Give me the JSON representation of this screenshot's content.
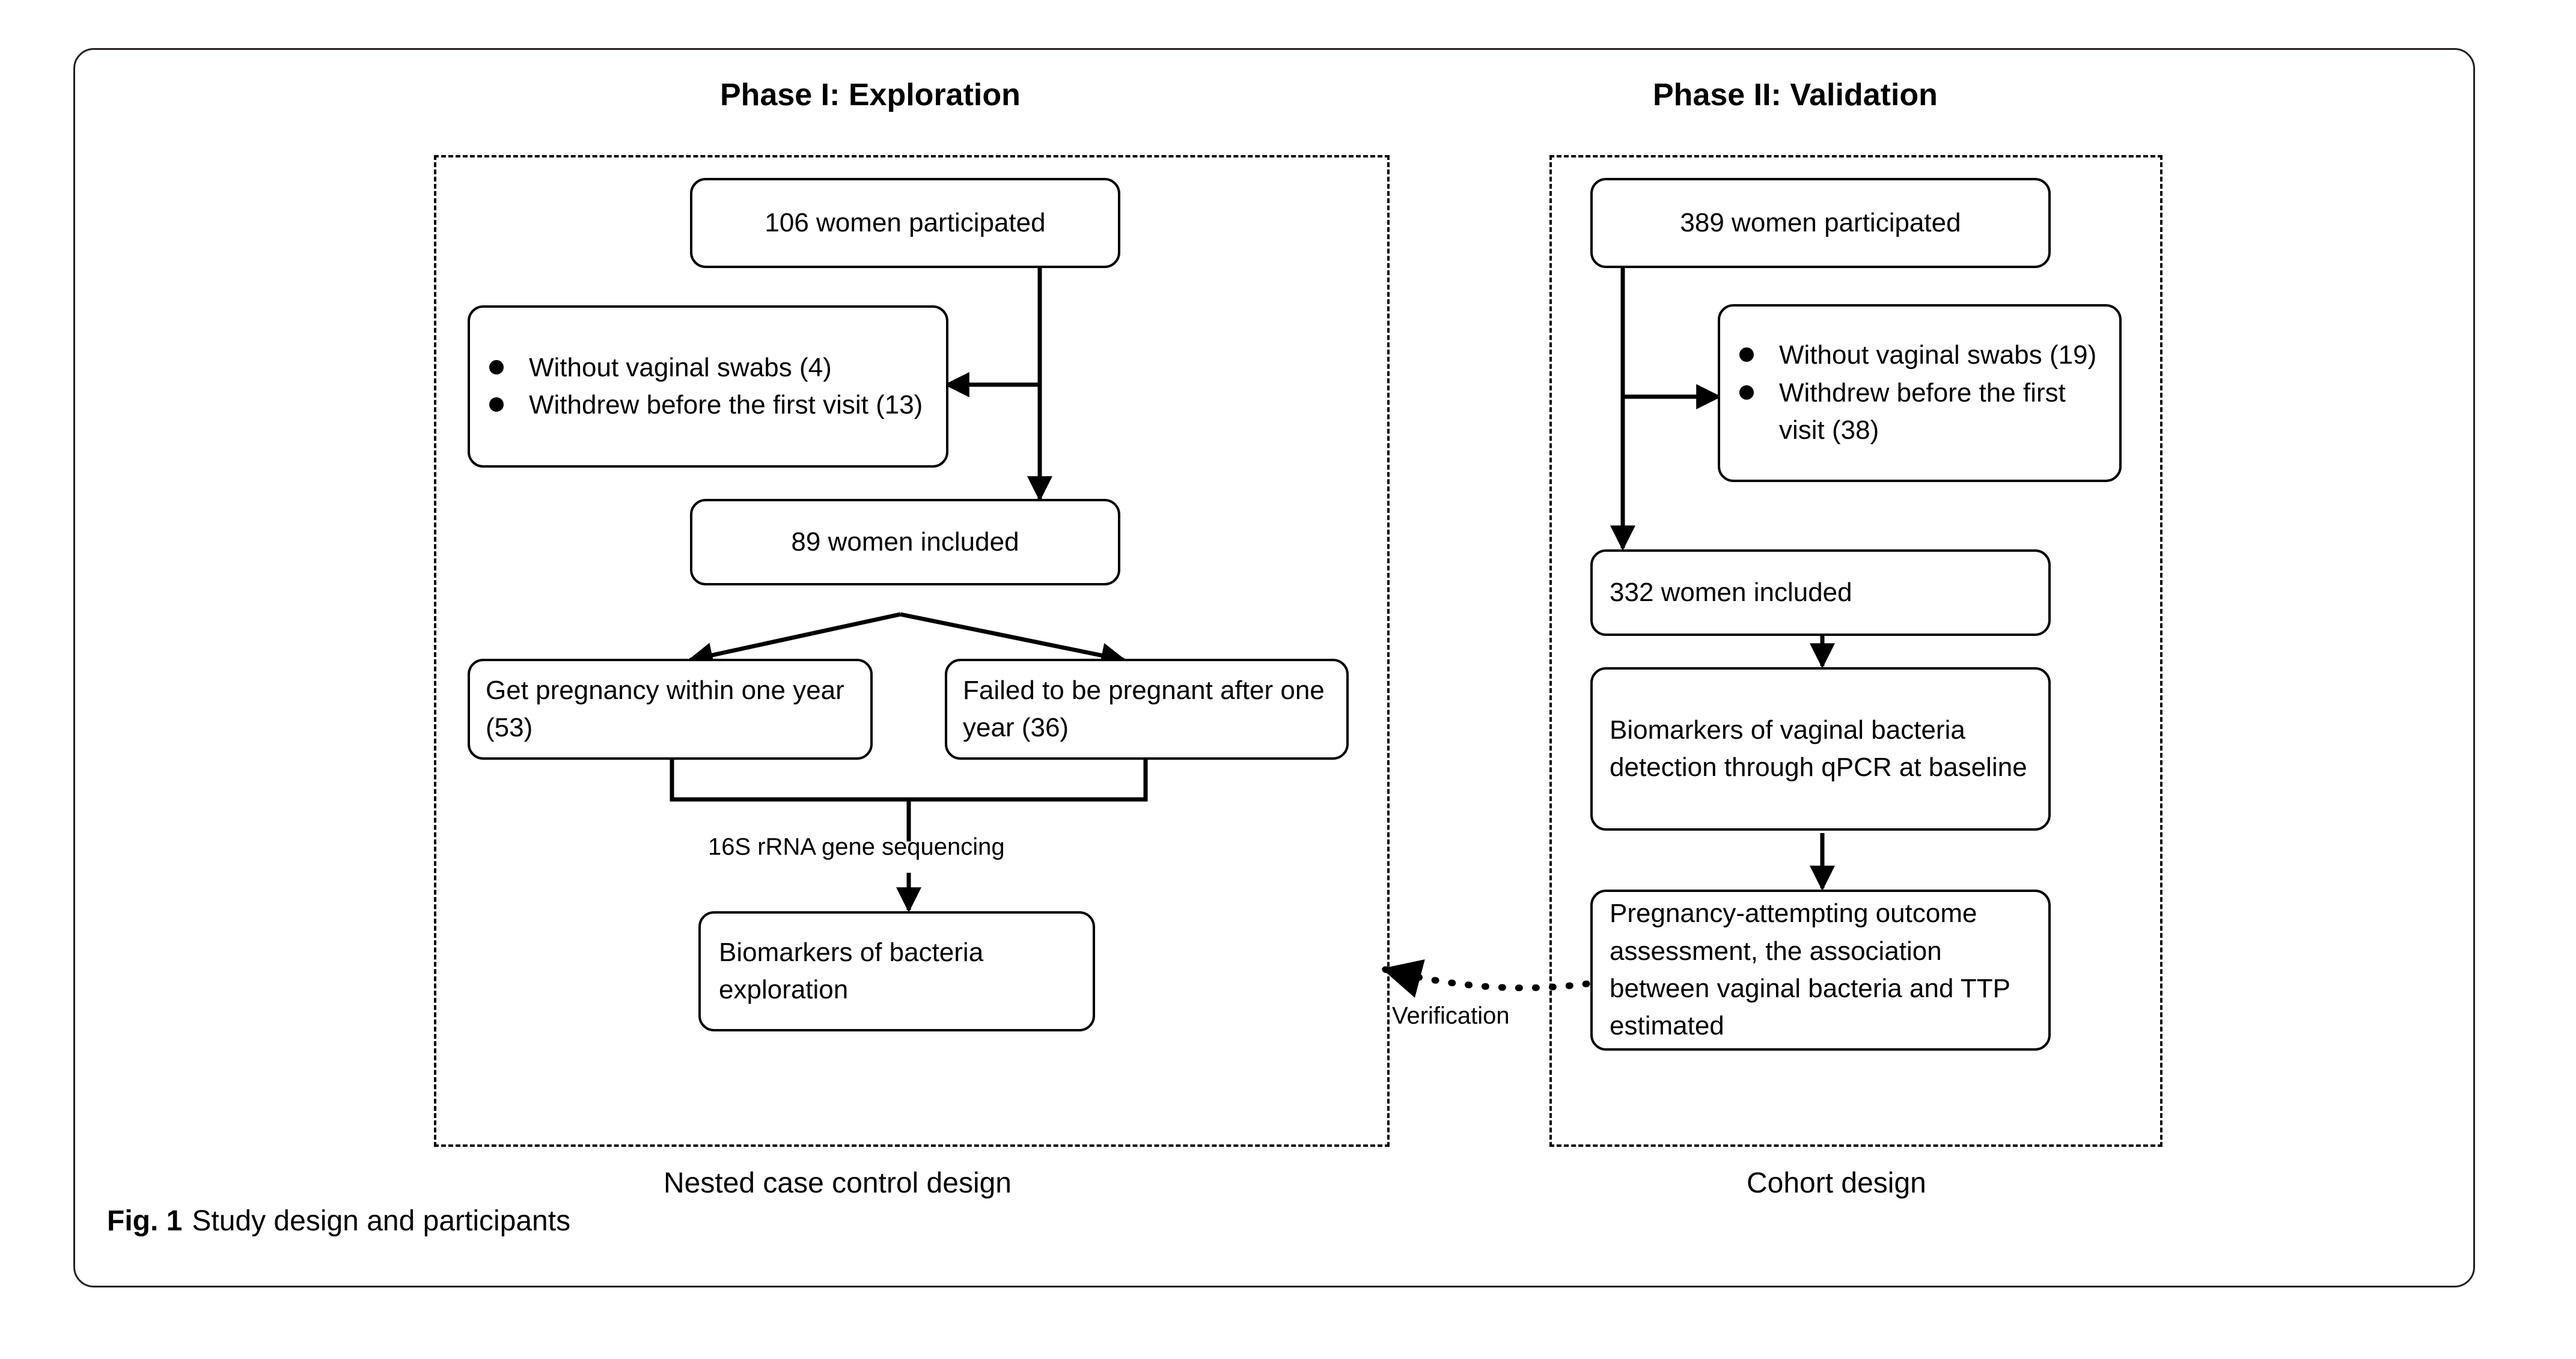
{
  "figure": {
    "caption_number": "Fig. 1",
    "caption_text": "Study design and participants"
  },
  "phases": [
    {
      "id": "phase-1",
      "title": "Phase I: Exploration",
      "design_label": "Nested case control design",
      "nodes": [
        {
          "id": "p1-participated",
          "text": "106 women participated"
        },
        {
          "id": "p1-excluded",
          "bullets": [
            "Without vaginal swabs (4)",
            "Withdrew before the first visit (13)"
          ]
        },
        {
          "id": "p1-included",
          "text": "89 women included"
        },
        {
          "id": "p1-pregnant",
          "text": "Get pregnancy within one year (53)"
        },
        {
          "id": "p1-failed",
          "text": "Failed to be pregnant after one year (36)"
        },
        {
          "id": "p1-biomarkers",
          "text": "Biomarkers of bacteria exploration"
        }
      ],
      "edge_label": "16S rRNA gene sequencing"
    },
    {
      "id": "phase-2",
      "title": "Phase II: Validation",
      "design_label": "Cohort design",
      "nodes": [
        {
          "id": "p2-participated",
          "text": "389 women participated"
        },
        {
          "id": "p2-excluded",
          "bullets": [
            "Without vaginal swabs (19)",
            "Withdrew before the first visit (38)"
          ]
        },
        {
          "id": "p2-included",
          "text": "332 women included"
        },
        {
          "id": "p2-qpcr",
          "text": "Biomarkers of vaginal bacteria detection through qPCR at baseline"
        },
        {
          "id": "p2-outcome",
          "text": "Pregnancy-attempting outcome assessment, the association between vaginal bacteria and TTP estimated"
        }
      ]
    }
  ],
  "cross_phase": {
    "verification_label": "Verification"
  },
  "colors": {
    "stroke": "#000000",
    "frame": "#231f20",
    "background": "#ffffff"
  }
}
